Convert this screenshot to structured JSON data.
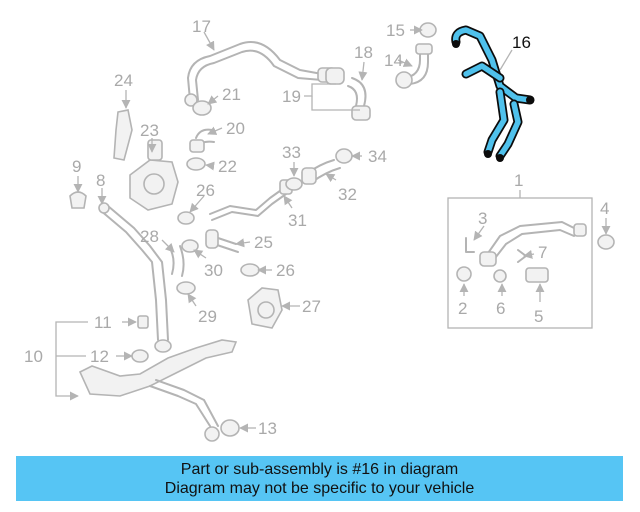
{
  "callouts": {
    "n1": "1",
    "n2": "2",
    "n3": "3",
    "n4": "4",
    "n5": "5",
    "n6": "6",
    "n7": "7",
    "n8": "8",
    "n9": "9",
    "n10": "10",
    "n11": "11",
    "n12": "12",
    "n13": "13",
    "n14": "14",
    "n15": "15",
    "n16": "16",
    "n17": "17",
    "n18": "18",
    "n19": "19",
    "n20": "20",
    "n21": "21",
    "n22": "22",
    "n23": "23",
    "n24": "24",
    "n25": "25",
    "n26a": "26",
    "n26b": "26",
    "n27": "27",
    "n28": "28",
    "n29": "29",
    "n30": "30",
    "n31": "31",
    "n32": "32",
    "n33": "33",
    "n34": "34"
  },
  "highlight": {
    "part_number": "16",
    "color": "#4fc1ec",
    "outline_color": "#0c0c0c"
  },
  "caption": {
    "line1": "Part or sub-assembly is #16 in diagram",
    "line2": "Diagram may not be specific to your vehicle",
    "background": "#56c5f4"
  },
  "colors": {
    "part_gray": "#b4b4b4",
    "label_gray": "#a9a9a9"
  }
}
